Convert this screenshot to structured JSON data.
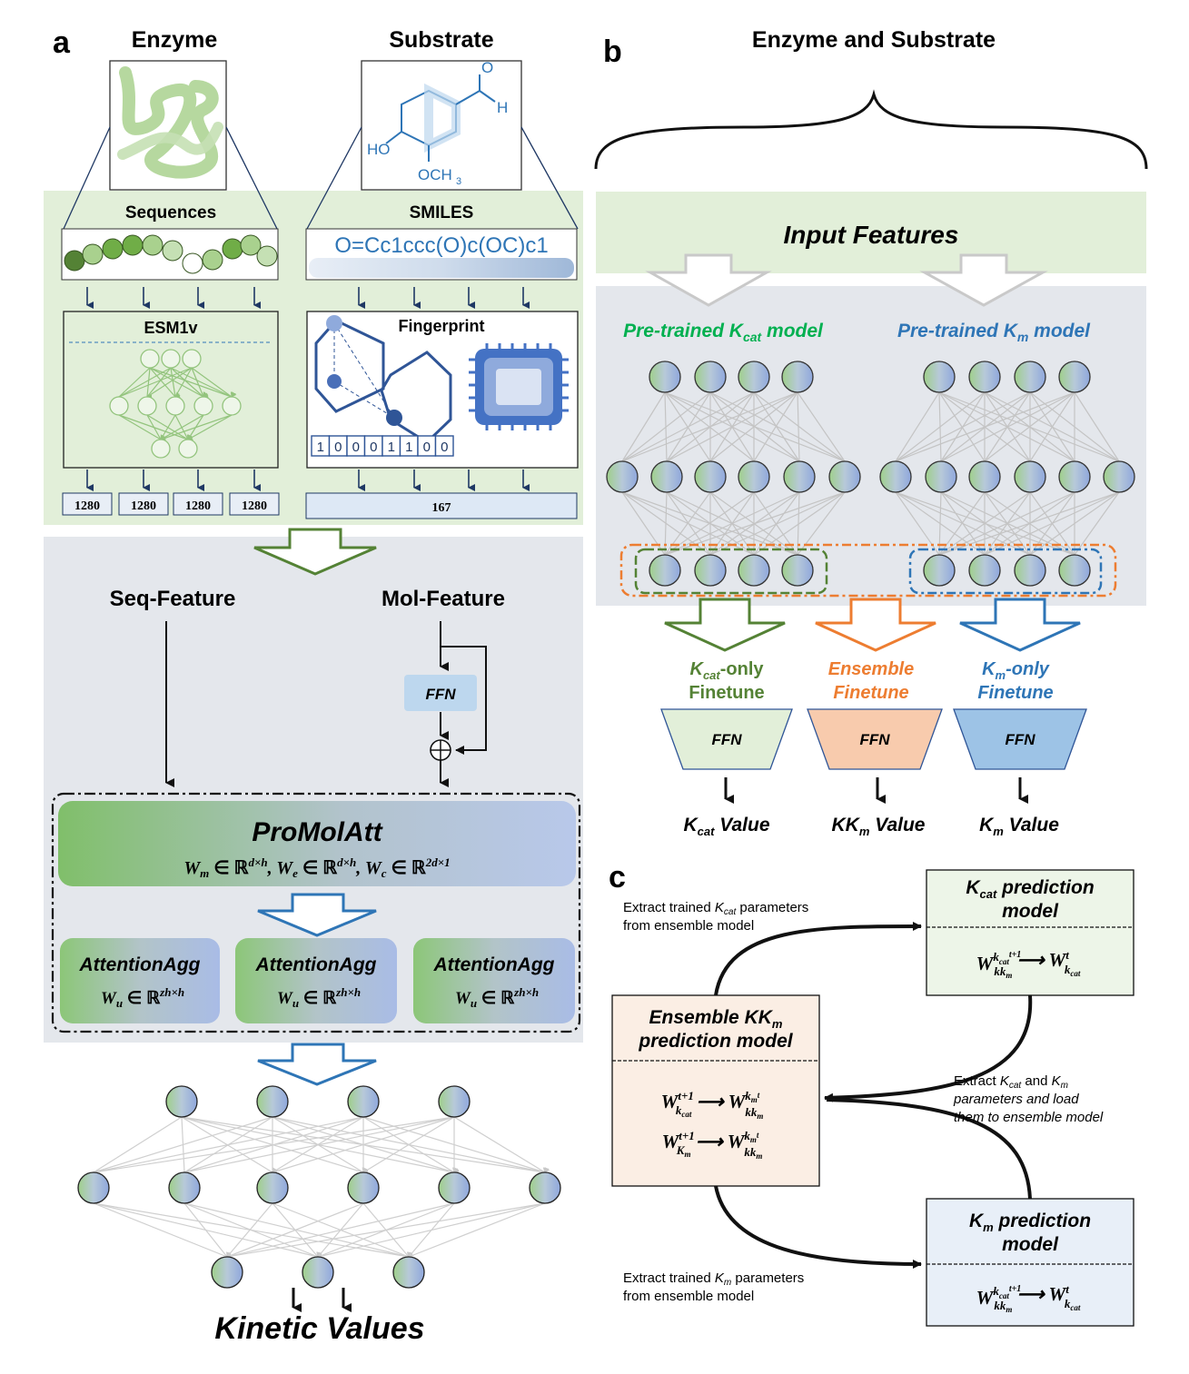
{
  "panel_a": {
    "label": "a",
    "enzyme_title": "Enzyme",
    "substrate_title": "Substrate",
    "molecule_labels": {
      "ho": "HO",
      "och3": "OCH",
      "och3_sub": "3",
      "o": "O",
      "h": "H"
    },
    "sequences_label": "Sequences",
    "smiles_label": "SMILES",
    "smiles_string": "O=Cc1ccc(O)c(OC)c1",
    "esm_label": "ESM1v",
    "fingerprint_label": "Fingerprint",
    "fingerprint_bits": [
      "1",
      "0",
      "0",
      "0",
      "1",
      "1",
      "0",
      "0"
    ],
    "esm_dims": [
      "1280",
      "1280",
      "1280",
      "1280"
    ],
    "fp_dim": "167",
    "seq_feature": "Seq-Feature",
    "mol_feature": "Mol-Feature",
    "ffn": "FFN",
    "promolatt_title": "ProMolAtt",
    "promolatt_formula": "W_m ∈ ℝ^{d×h}, W_e ∈ ℝ^{d×h}, W_c ∈ ℝ^{2d×1}",
    "attention_agg": [
      "AttentionAgg",
      "AttentionAgg",
      "AttentionAgg"
    ],
    "attention_formula": "W_u ∈ ℝ^{zh×h}",
    "kinetic_values": "Kinetic Values"
  },
  "panel_b": {
    "label": "b",
    "title": "Enzyme and Substrate",
    "input_features": "Input Features",
    "kcat_model": "Pre-trained K_cat model",
    "km_model": "Pre-trained K_m model",
    "kcat_only": "K_cat-only Finetune",
    "ensemble": "Ensemble Finetune",
    "km_only": "K_m-only Finetune",
    "ffn": "FFN",
    "kcat_value": "K_cat Value",
    "kkm_value": "KK_m Value",
    "km_value": "K_m Value"
  },
  "panel_c": {
    "label": "c",
    "kcat_box_title": "K_cat prediction model",
    "km_box_title": "K_m prediction model",
    "ensemble_box_title": "Ensemble KK_m prediction model",
    "extract_kcat": "Extract trained K_cat parameters from ensemble model",
    "extract_km": "Extract trained K_m parameters from ensemble model",
    "extract_both": "Extract K_cat and K_m parameters and load them to ensemble model"
  },
  "colors": {
    "green_panel": "#e2efd9",
    "gray_panel": "#e4e7ec",
    "dark_navy": "#1f3864",
    "green_arrow": "#548235",
    "blue_arrow": "#2e75b6",
    "orange": "#ed7d31",
    "green_text": "#00b050",
    "blue_text": "#2e75b6",
    "kcat_ffn_fill": "#e2efd9",
    "ensemble_ffn_fill": "#f8cbad",
    "km_ffn_fill": "#9dc3e6"
  }
}
